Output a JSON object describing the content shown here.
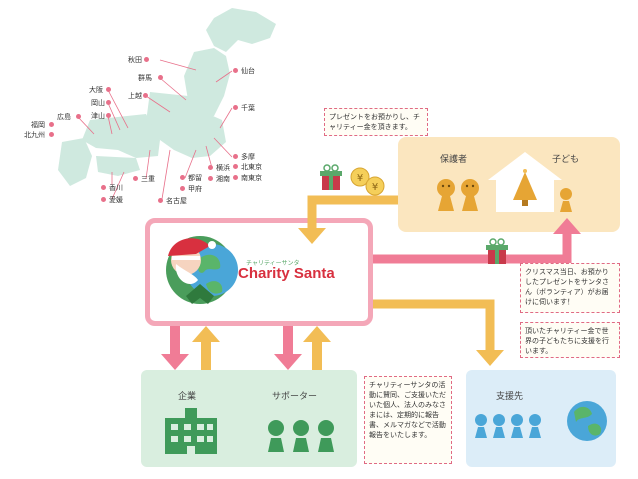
{
  "map": {
    "cities": [
      "秋田",
      "群馬",
      "仙台",
      "大阪",
      "上越",
      "岡山",
      "津山",
      "広島",
      "福岡",
      "北九州",
      "千葉",
      "多摩",
      "北東京",
      "南東京",
      "横浜",
      "湘南",
      "都留",
      "甲府",
      "三重",
      "香川",
      "愛媛",
      "名古屋"
    ]
  },
  "notes": {
    "top": "プレゼントをお預かりし、チャリティー金を頂きます。",
    "right1": "クリスマス当日、お預かりしたプレゼントをサンタさん（ボランティア）がお届けに伺います！",
    "right2": "頂いたチャリティー金で世界の子どもたちに支援を行います。",
    "bottom": "チャリティーサンタの活動に賛同、ご支援いただいた個人、法人のみなさまには、定期的に報告書、メルマガなどで活動報告をいたします。"
  },
  "panels": {
    "guardian": "保護者",
    "child": "子ども",
    "company": "企業",
    "supporter": "サポーター",
    "recipient": "支援先"
  },
  "logo": {
    "kana": "チャリティーサンタ",
    "name": "Charity Santa"
  },
  "colors": {
    "pink": "#f07c96",
    "yellow": "#f2bd55",
    "mapGreen": "#cfe9df",
    "peach": "#fbe6bf",
    "mint": "#d9eedf",
    "sky": "#dcedf8"
  }
}
